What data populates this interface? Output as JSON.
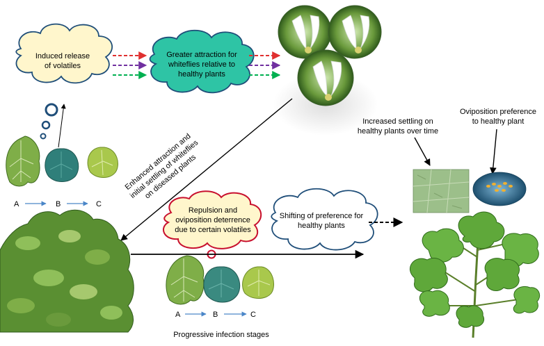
{
  "clouds": {
    "induced": [
      "Induced release",
      "of volatiles"
    ],
    "attraction": [
      "Greater attraction for",
      "whiteflies relative to",
      "healthy plants"
    ],
    "repulsion": [
      "Repulsion and",
      "oviposition deterrence",
      "due to certain volatiles"
    ],
    "shifting": [
      "Shifting of preference for",
      "healthy plants"
    ]
  },
  "diagonal_label": [
    "Enhanced attraction and",
    "initial settling of whiteflies",
    "on diseased plants"
  ],
  "settling_label": [
    "Increased settling on",
    "healthy plants over time"
  ],
  "oviposition_label": [
    "Oviposition preference",
    "to healthy plant"
  ],
  "stages_top": {
    "a": "A",
    "b": "B",
    "c": "C"
  },
  "stages_bottom": {
    "a": "A",
    "b": "B",
    "c": "C"
  },
  "caption": "Progressive infection stages",
  "colors": {
    "cloud_yellow": "#fff6cc",
    "cloud_teal": "#2ec4a5",
    "cloud_red_border": "#c8102e",
    "cloud_blue_border": "#1f4e79",
    "arrow_red": "#e03030",
    "arrow_purple": "#7030a0",
    "arrow_green": "#00b050",
    "stage_arrow": "#4a86c8"
  }
}
